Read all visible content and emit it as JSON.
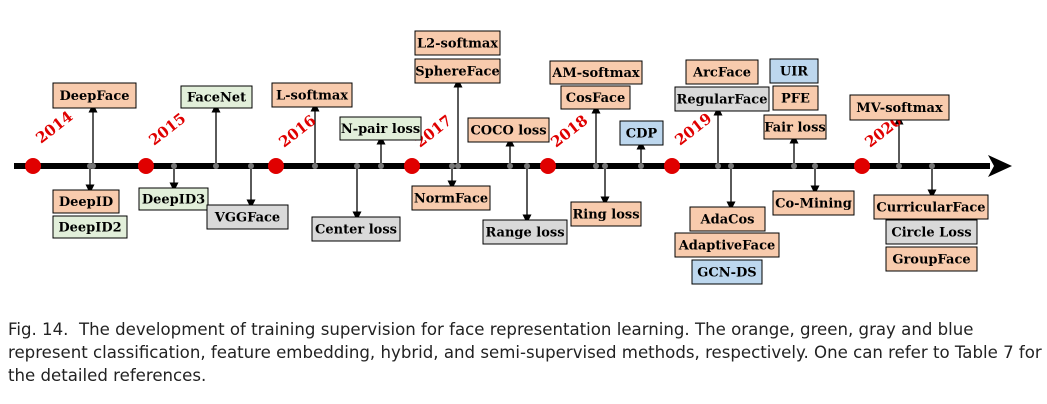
{
  "colors": {
    "classification": "#f8cbad",
    "feature_embedding": "#e2efda",
    "hybrid": "#d9d9d9",
    "semi_supervised": "#bdd7ee",
    "year_marker": "#e00000",
    "axis": "#000000"
  },
  "years": [
    "2014",
    "2015",
    "2016",
    "2017",
    "2018",
    "2019",
    "2020"
  ],
  "methods": [
    {
      "label": "DeepFace",
      "category": "classification"
    },
    {
      "label": "DeepID",
      "category": "classification"
    },
    {
      "label": "DeepID2",
      "category": "feature_embedding"
    },
    {
      "label": "DeepID3",
      "category": "feature_embedding"
    },
    {
      "label": "FaceNet",
      "category": "feature_embedding"
    },
    {
      "label": "VGGFace",
      "category": "hybrid"
    },
    {
      "label": "L-softmax",
      "category": "classification"
    },
    {
      "label": "Center loss",
      "category": "hybrid"
    },
    {
      "label": "N-pair loss",
      "category": "feature_embedding"
    },
    {
      "label": "NormFace",
      "category": "classification"
    },
    {
      "label": "L2-softmax",
      "category": "classification"
    },
    {
      "label": "SphereFace",
      "category": "classification"
    },
    {
      "label": "COCO loss",
      "category": "classification"
    },
    {
      "label": "Range loss",
      "category": "hybrid"
    },
    {
      "label": "AM-softmax",
      "category": "classification"
    },
    {
      "label": "CosFace",
      "category": "classification"
    },
    {
      "label": "Ring loss",
      "category": "classification"
    },
    {
      "label": "CDP",
      "category": "semi_supervised"
    },
    {
      "label": "ArcFace",
      "category": "classification"
    },
    {
      "label": "RegularFace",
      "category": "hybrid"
    },
    {
      "label": "AdaCos",
      "category": "classification"
    },
    {
      "label": "AdaptiveFace",
      "category": "classification"
    },
    {
      "label": "GCN-DS",
      "category": "semi_supervised"
    },
    {
      "label": "UIR",
      "category": "semi_supervised"
    },
    {
      "label": "PFE",
      "category": "classification"
    },
    {
      "label": "Fair loss",
      "category": "classification"
    },
    {
      "label": "Co-Mining",
      "category": "classification"
    },
    {
      "label": "MV-softmax",
      "category": "classification"
    },
    {
      "label": "CurricularFace",
      "category": "classification"
    },
    {
      "label": "Circle Loss",
      "category": "hybrid"
    },
    {
      "label": "GroupFace",
      "category": "classification"
    }
  ],
  "caption": {
    "label": "Fig. 14.",
    "text": "The development of training supervision for face representation learning. The orange, green, gray and blue represent classification, feature embedding, hybrid, and semi-supervised methods, respectively. One can refer to Table 7 for the detailed references."
  }
}
